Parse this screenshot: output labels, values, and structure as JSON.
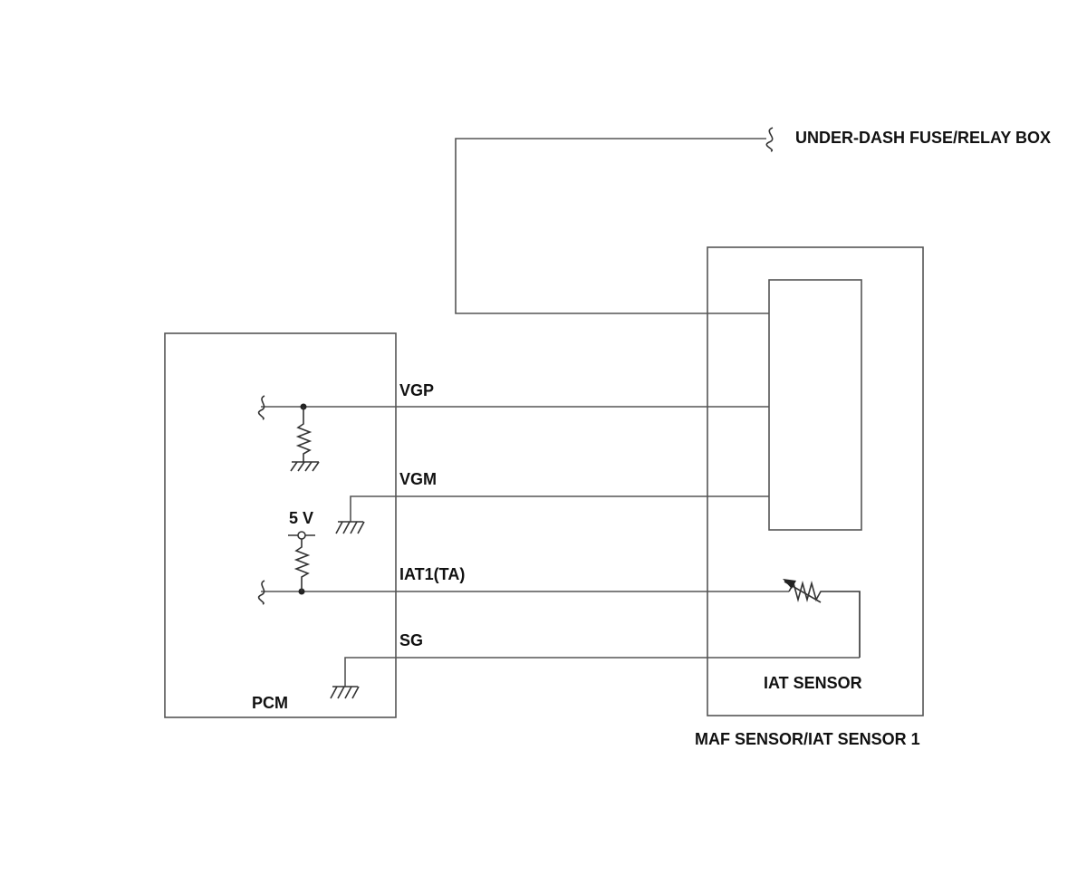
{
  "labels": {
    "fuse_box": "UNDER-DASH FUSE/RELAY BOX",
    "vgp": "VGP",
    "vgm": "VGM",
    "five_v": "5 V",
    "iat1_ta": "IAT1(TA)",
    "sg": "SG",
    "pcm": "PCM",
    "iat_sensor": "IAT SENSOR",
    "maf_iat_sensor": "MAF SENSOR/IAT SENSOR 1"
  },
  "colors": {
    "wire": "#555555",
    "text": "#111111",
    "background": "#ffffff"
  }
}
